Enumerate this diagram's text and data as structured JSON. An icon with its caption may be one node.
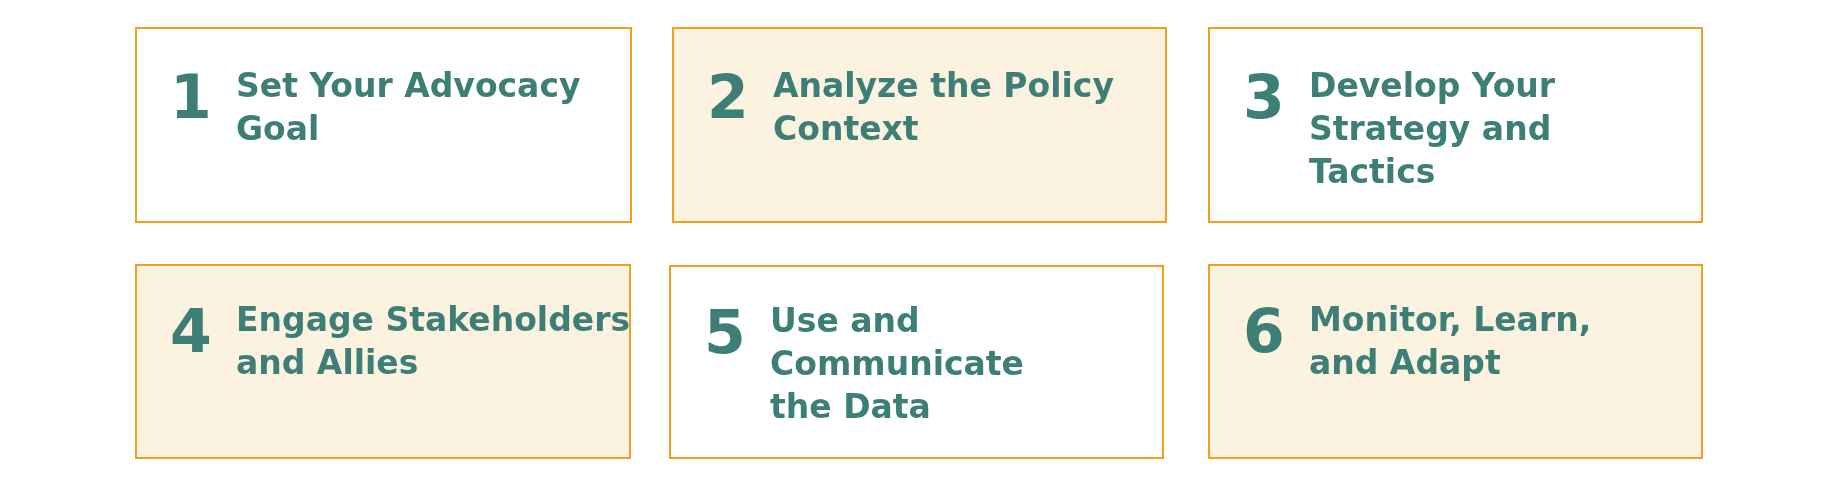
{
  "diagram": {
    "nodes": [
      {
        "text": [
          "1",
          "Set Your Advocacy Goal"
        ]
      },
      {
        "text": [
          "2",
          "Analyze the Policy Context"
        ]
      },
      {
        "text": [
          "3",
          "Develop Your Strategy and Tactics"
        ]
      },
      {
        "text": [
          "4",
          "Engage Stakeholders and Allies"
        ]
      },
      {
        "text": [
          "5",
          "Use and Communicate the Data"
        ]
      },
      {
        "text": [
          "6",
          "Monitor, Learn, and Adapt"
        ]
      }
    ]
  }
}
